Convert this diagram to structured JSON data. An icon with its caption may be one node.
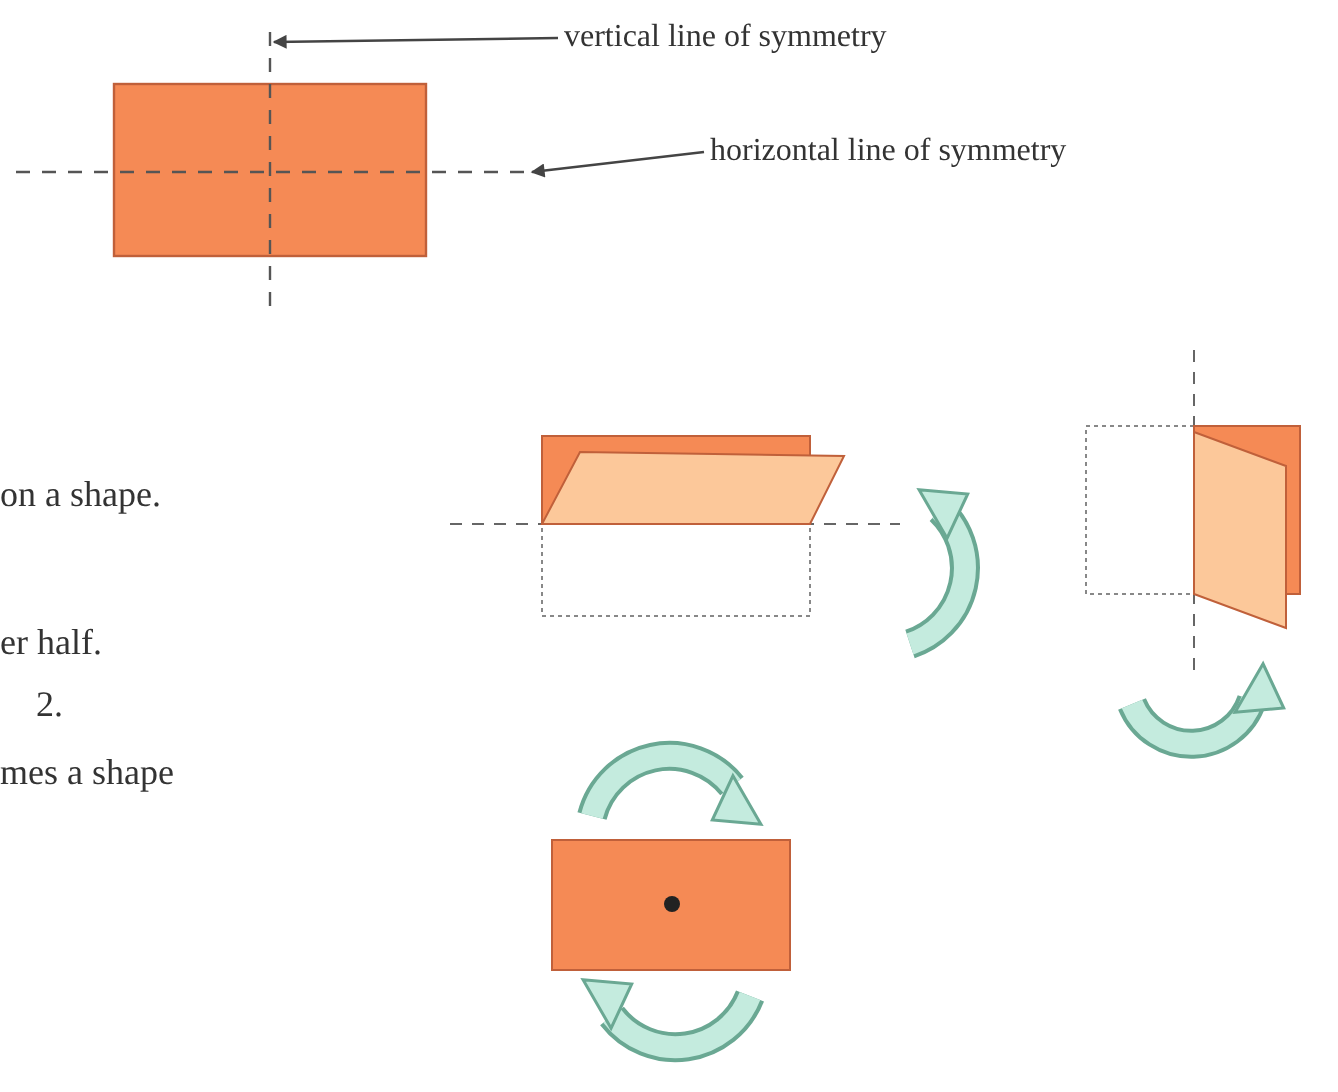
{
  "diagram": {
    "nodes": [
      {
        "text": [
          "vertical line of symmetry"
        ]
      },
      {
        "text": [],
        "shape": "line"
      },
      {
        "text": [
          "horizontal line of symmetry"
        ]
      },
      {
        "text": [],
        "shape": "line"
      }
    ],
    "edges": [
      {
        "from": 0,
        "to": 1,
        "arrow": "to"
      },
      {
        "from": 2,
        "to": 3,
        "arrow": "to"
      }
    ],
    "labels": [
      "on a shape.",
      "er half.",
      "2.",
      "mes a shape"
    ]
  }
}
